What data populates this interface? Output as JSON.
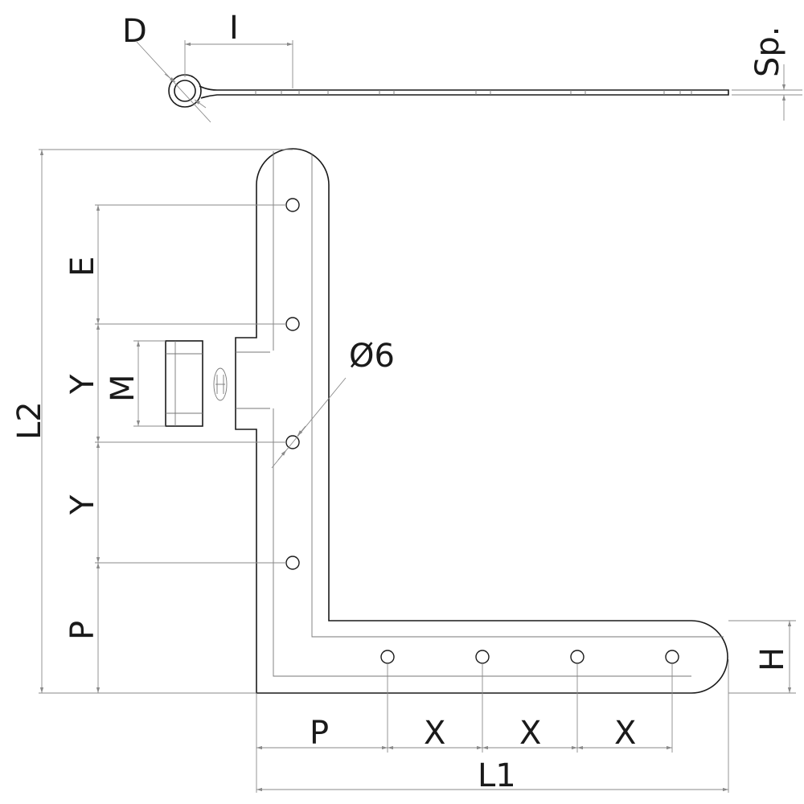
{
  "drawing": {
    "labels": {
      "D": "D",
      "I": "I",
      "Sp": "Sp.",
      "L2": "L2",
      "E": "E",
      "Y1": "Y",
      "M": "M",
      "Y2": "Y",
      "P_vertical": "P",
      "hole_diameter": "Ø6",
      "H": "H",
      "P_horizontal": "P",
      "X1": "X",
      "X2": "X",
      "X3": "X",
      "L1": "L1"
    },
    "colors": {
      "line": "#1a1a1a",
      "dimension": "#8a8a8a"
    }
  }
}
